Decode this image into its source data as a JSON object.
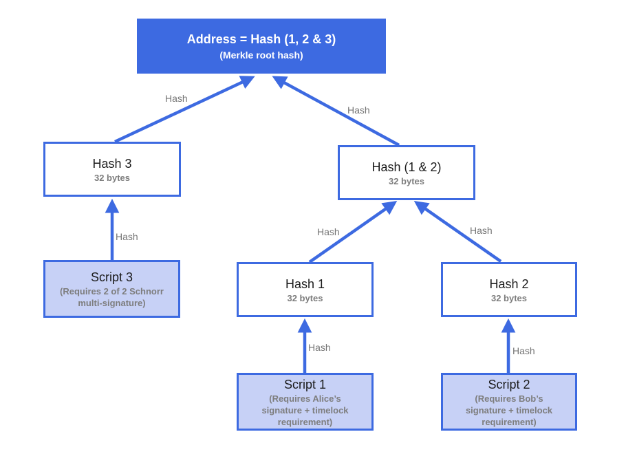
{
  "colors": {
    "accent": "#3D6AE1",
    "script_fill": "#C7D1F6",
    "title_text": "#1b1b1b",
    "muted_text": "#7d7d7d",
    "edge_label_text": "#757575",
    "root_text": "#ffffff"
  },
  "nodes": {
    "root": {
      "title": "Address = Hash (1, 2 & 3)",
      "subtitle": "(Merkle root hash)"
    },
    "hash3": {
      "title": "Hash 3",
      "subtitle": "32 bytes"
    },
    "hash12": {
      "title": "Hash (1 & 2)",
      "subtitle": "32 bytes"
    },
    "hash1": {
      "title": "Hash 1",
      "subtitle": "32 bytes"
    },
    "hash2": {
      "title": "Hash 2",
      "subtitle": "32 bytes"
    },
    "script3": {
      "title": "Script 3",
      "subtitle": "(Requires 2 of 2 Schnorr multi-signature)"
    },
    "script1": {
      "title": "Script 1",
      "subtitle": "(Requires Alice’s signature + timelock requirement)"
    },
    "script2": {
      "title": "Script 2",
      "subtitle": "(Requires Bob’s signature + timelock requirement)"
    }
  },
  "edges": [
    {
      "from": "hash3",
      "to": "root",
      "label": "Hash"
    },
    {
      "from": "hash12",
      "to": "root",
      "label": "Hash"
    },
    {
      "from": "hash1",
      "to": "hash12",
      "label": "Hash"
    },
    {
      "from": "hash2",
      "to": "hash12",
      "label": "Hash"
    },
    {
      "from": "script3",
      "to": "hash3",
      "label": "Hash"
    },
    {
      "from": "script1",
      "to": "hash1",
      "label": "Hash"
    },
    {
      "from": "script2",
      "to": "hash2",
      "label": "Hash"
    }
  ]
}
